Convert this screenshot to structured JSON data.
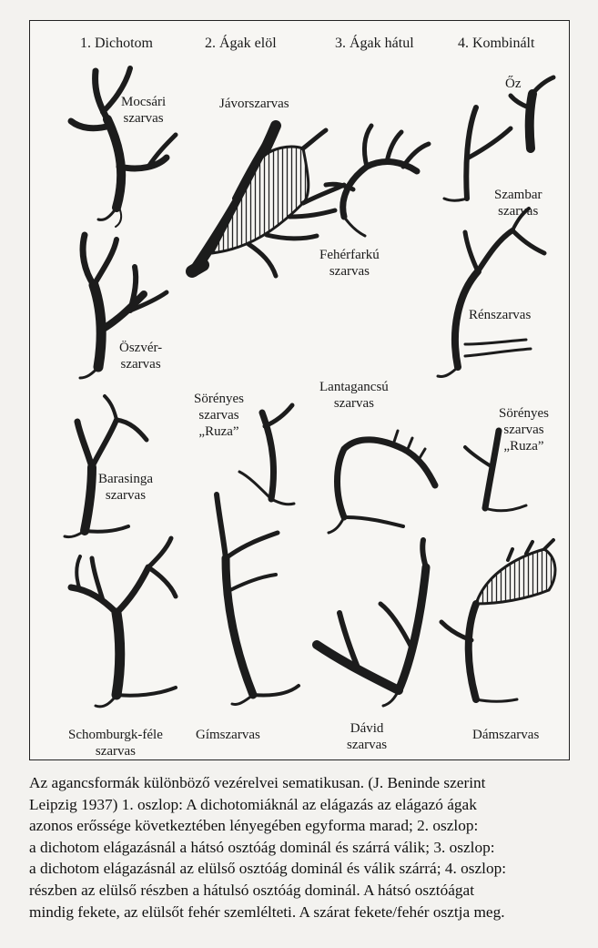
{
  "columns": [
    "1. Dichotom",
    "2. Ágak elöl",
    "3. Ágak hátul",
    "4. Kombinált"
  ],
  "labels": {
    "mocsari": "Mocsári\nszarvas",
    "javor": "Jávorszarvas",
    "oz": "Őz",
    "szambar": "Szambar\nszarvas",
    "feherfarku": "Fehérfarkú\nszarvas",
    "renszarvas": "Rénszarvas",
    "oszver": "Öszvér-\nszarvas",
    "sorenyes1": "Sörényes\nszarvas\n„Ruza”",
    "lantagancsu": "Lantagancsú\nszarvas",
    "sorenyes2": "Sörényes\nszarvas\n„Ruza”",
    "barasinga": "Barasinga\nszarvas",
    "schomburgk": "Schomburgk-féle\nszarvas",
    "gim": "Gímszarvas",
    "david": "Dávid\nszarvas",
    "dam": "Dámszarvas"
  },
  "caption": [
    "Az agancsformák különböző vezérelvei sematikusan. (J. Beninde szerint",
    "Leipzig 1937) 1. oszlop: A dichotomiáknál az elágazás az elágazó ágak",
    "azonos erőssége következtében lényegében egyforma marad; 2. oszlop:",
    "a dichotom elágazásnál a hátsó osztóág dominál és szárrá válik; 3. oszlop:",
    "a dichotom elágazásnál az elülső osztóág dominál és válik szárrá; 4. oszlop:",
    "részben az elülső részben a hátulsó osztóág dominál. A hátsó osztóágat",
    "mindig fekete, az elülsőt fehér szemlélteti. A szárat fekete/fehér osztja meg."
  ]
}
